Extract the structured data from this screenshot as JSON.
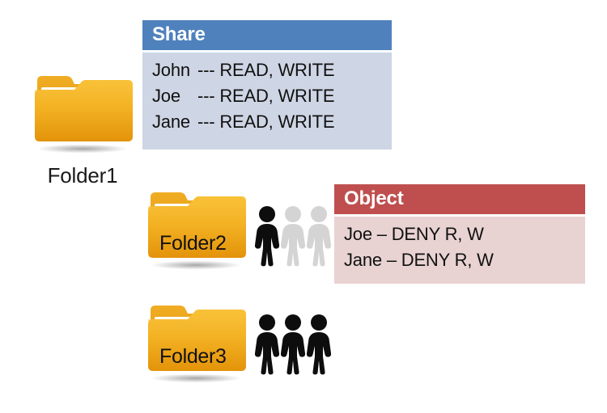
{
  "diagram": {
    "title_colors": {
      "share_header_bg": "#4f81bd",
      "share_body_bg": "#ced5e4",
      "object_header_bg": "#bf4f4f",
      "object_body_bg": "#e8d2d2",
      "folder_fill_top": "#f7bb2c",
      "folder_fill_bottom": "#e79b0d",
      "person_allowed": "#0d0d0d",
      "person_denied": "#d4d4d4"
    }
  },
  "share_table": {
    "header": "Share",
    "rows": [
      {
        "who": "John",
        "sep": "---",
        "perms": "READ, WRITE",
        "text": "John --- READ, WRITE"
      },
      {
        "who": "Joe",
        "sep": "---",
        "perms": "READ, WRITE",
        "text": "Joe    --- READ, WRITE"
      },
      {
        "who": "Jane",
        "sep": "---",
        "perms": "READ, WRITE",
        "text": "Jane  --- READ, WRITE"
      }
    ]
  },
  "object_table": {
    "header": "Object",
    "rows": [
      {
        "who": "Joe",
        "sep": "–",
        "perms": "DENY R, W",
        "text": "Joe – DENY R, W"
      },
      {
        "who": "Jane",
        "sep": "–",
        "perms": "DENY R, W",
        "text": "Jane – DENY R, W"
      }
    ]
  },
  "folders": [
    {
      "id": "folder1",
      "label": "Folder1",
      "label_position": "below"
    },
    {
      "id": "folder2",
      "label": "Folder2",
      "label_position": "on-folder"
    },
    {
      "id": "folder3",
      "label": "Folder3",
      "label_position": "on-folder"
    }
  ],
  "people_groups": [
    {
      "for_folder": "Folder2",
      "figures": [
        {
          "state": "allowed",
          "color": "#0d0d0d"
        },
        {
          "state": "denied",
          "color": "#d4d4d4"
        },
        {
          "state": "denied",
          "color": "#d4d4d4"
        }
      ]
    },
    {
      "for_folder": "Folder3",
      "figures": [
        {
          "state": "allowed",
          "color": "#0d0d0d"
        },
        {
          "state": "allowed",
          "color": "#0d0d0d"
        },
        {
          "state": "allowed",
          "color": "#0d0d0d"
        }
      ]
    }
  ]
}
